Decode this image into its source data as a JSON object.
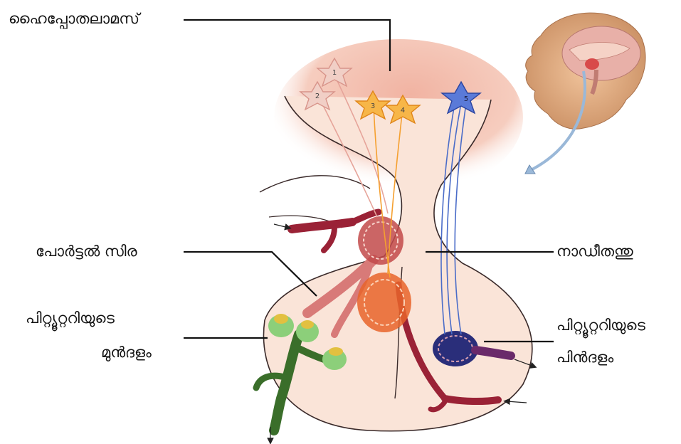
{
  "labels": {
    "hypothalamus": "ഹൈപ്പോതലാമസ്",
    "portal_vein": "പോർട്ടൽ സിര",
    "anterior_pituitary_line1": "പിറ്റ്യൂറ്ററിയുടെ",
    "anterior_pituitary_line2": "മുൻദളം",
    "nerve_fibre": "നാഡീതന്തു",
    "posterior_pituitary_line1": "പിറ്റ്യൂറ്ററിയുടെ",
    "posterior_pituitary_line2": "പിൻദളം"
  },
  "neurons": [
    "1",
    "2",
    "3",
    "4",
    "5"
  ],
  "colors": {
    "hypothalamus_fill": "#f4c2b4",
    "gland_fill": "#fae4d8",
    "gland_outline": "#3a2a2a",
    "neuron_pink": "#e6a49a",
    "neuron_orange": "#f5a030",
    "neuron_blue": "#4a6cc8",
    "blood_vessel": "#9a2236",
    "capillary_orange": "#e8642a",
    "anterior_cells": "#8ccf7a",
    "posterior_capillary": "#2a2e7a",
    "arrow_light_blue": "#9ab8d8"
  },
  "icons": [
    "head-with-brain-image",
    "flow-arrow-icon"
  ]
}
